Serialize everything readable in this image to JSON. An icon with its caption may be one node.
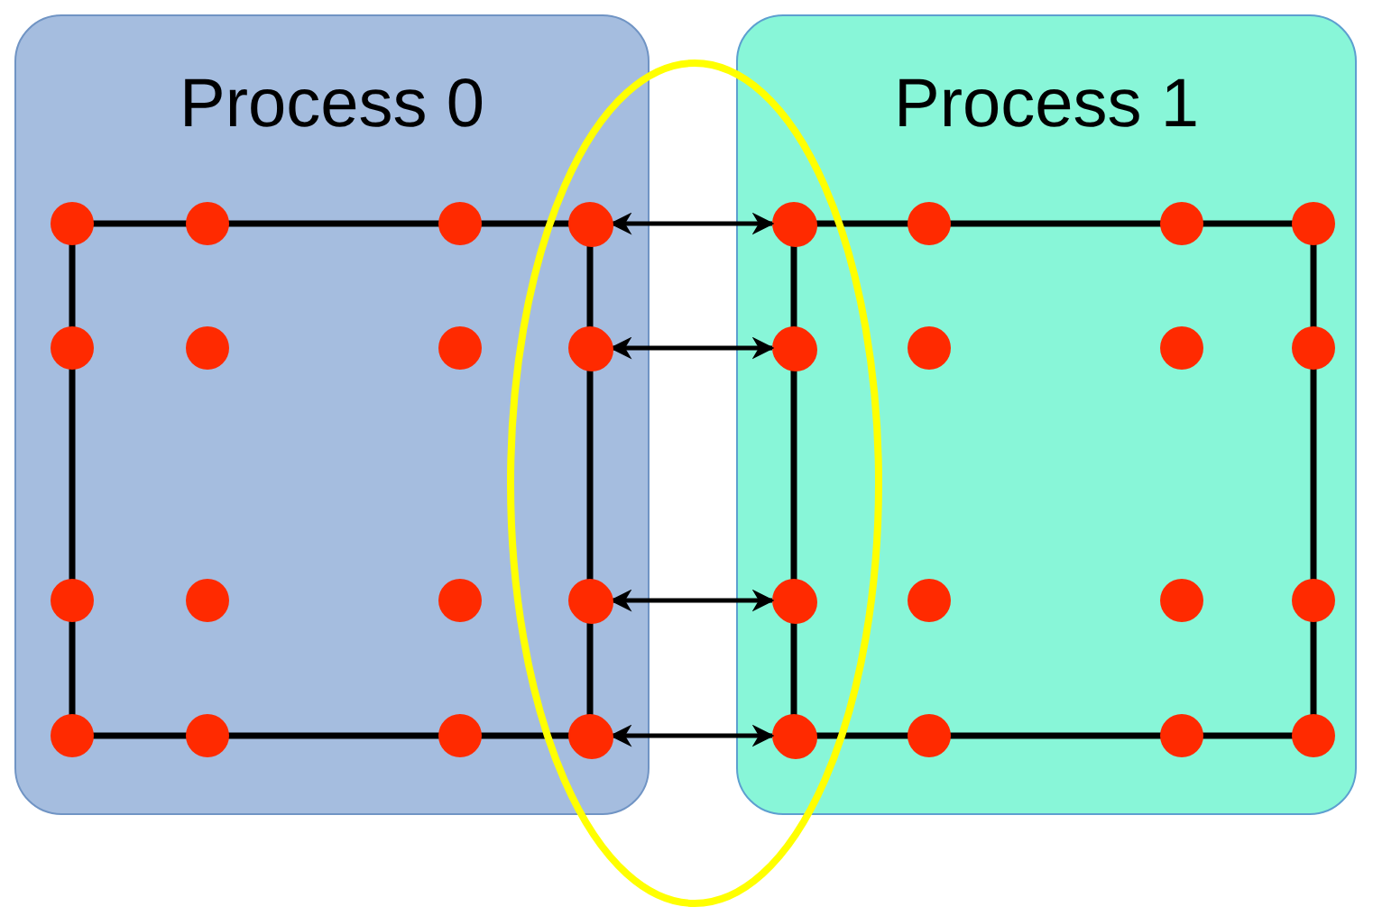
{
  "diagram": {
    "nodes": [
      {
        "text": [
          "Process 0"
        ]
      },
      {
        "text": [],
        "shape": "circle",
        "in": 0
      },
      {
        "text": [],
        "shape": "circle",
        "in": 0
      },
      {
        "text": [],
        "shape": "circle",
        "in": 0
      },
      {
        "text": [],
        "shape": "circle",
        "in": 0
      },
      {
        "text": [
          "Process 1"
        ]
      },
      {
        "text": [],
        "shape": "circle",
        "in": 5
      },
      {
        "text": [],
        "shape": "circle",
        "in": 5
      },
      {
        "text": [],
        "shape": "circle",
        "in": 5
      },
      {
        "text": [],
        "shape": "circle",
        "in": 5
      }
    ],
    "edges": [
      {
        "from": 1,
        "to": 6,
        "arrow": "both"
      },
      {
        "from": 2,
        "to": 7,
        "arrow": "both"
      },
      {
        "from": 3,
        "to": 8,
        "arrow": "both"
      },
      {
        "from": 4,
        "to": 9,
        "arrow": "both"
      }
    ]
  }
}
